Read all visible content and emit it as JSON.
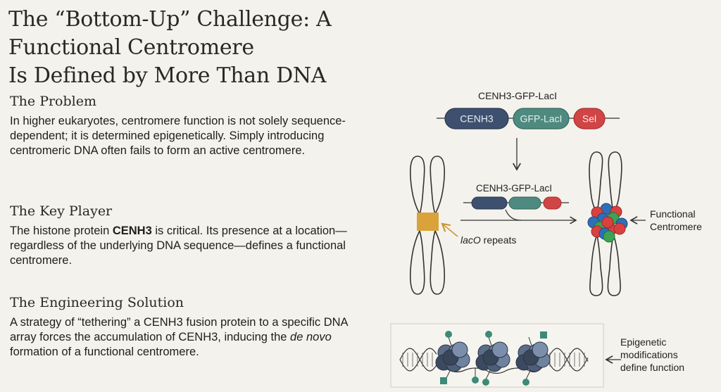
{
  "title": {
    "line1": "The “Bottom-Up” Challenge: A Functional Centromere",
    "line2": "Is Defined by More Than DNA"
  },
  "sections": [
    {
      "heading": "The Problem",
      "body": "In higher eukaryotes, centromere function is not solely sequence-dependent; it is determined epigenetically. Simply introducing centromeric DNA often fails to form an active centromere."
    },
    {
      "heading": "The Key Player",
      "body_pre": "The histone protein ",
      "body_bold": "CENH3",
      "body_post": " is critical. Its presence at a location—regardless of the underlying DNA sequence—defines a functional centromere."
    },
    {
      "heading": "The Engineering Solution",
      "body_pre": "A strategy of “tethering” a CENH3 fusion protein to a specific DNA array forces the accumulation of CENH3, inducing the ",
      "body_italic": "de novo",
      "body_post": " formation of a functional centromere."
    }
  ],
  "diagram": {
    "construct_label": "CENH3-GFP-LacI",
    "construct_label_2": "CENH3-GFP-LacI",
    "segments": [
      {
        "label": "CENH3",
        "color": "#3d5070"
      },
      {
        "label": "GFP-LacI",
        "color": "#4e8a80"
      },
      {
        "label": "Sel",
        "color": "#d04545"
      }
    ],
    "laco_label_italic": "lacO",
    "laco_label_rest": " repeats",
    "laco_color": "#d9a23a",
    "functional_label_1": "Functional",
    "functional_label_2": "Centromere",
    "epigenetic_label_1": "Epigenetic",
    "epigenetic_label_2": "modifications",
    "epigenetic_label_3": "define function",
    "nucleosome_colors": [
      "#d94141",
      "#2f6fb8",
      "#3aa453"
    ],
    "mark_color": "#3d8a78"
  }
}
